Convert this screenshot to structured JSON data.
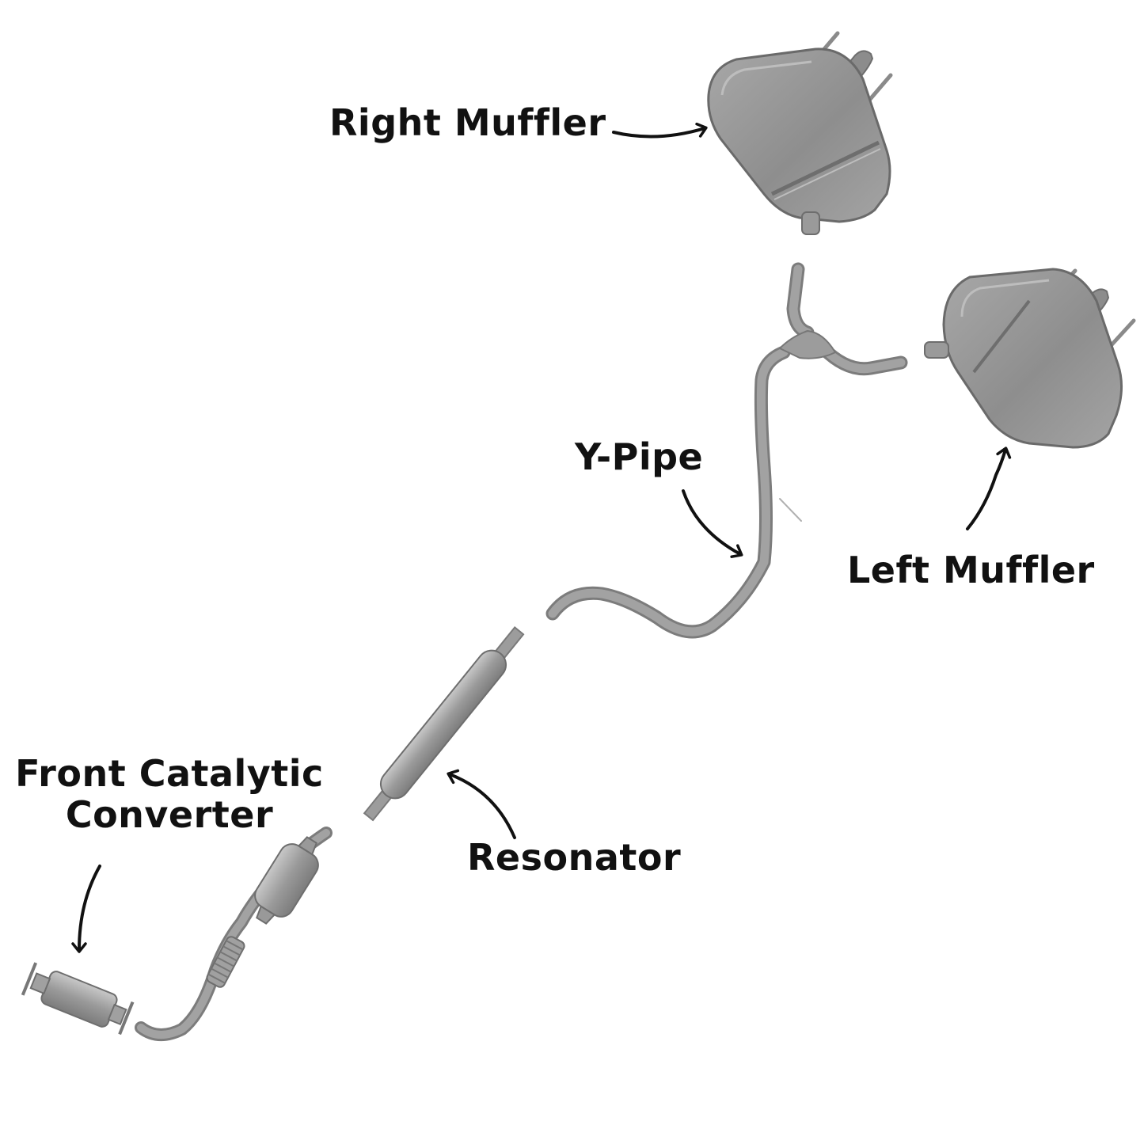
{
  "labels": {
    "right_muffler": "Right Muffler",
    "left_muffler": "Left Muffler",
    "y_pipe": "Y-Pipe",
    "resonator": "Resonator",
    "front_cat_line1": "Front Catalytic",
    "front_cat_line2": "Converter"
  },
  "colors": {
    "part_fill": "#9a9a9a",
    "part_dark": "#7a7a7a",
    "part_light": "#c4c4c4",
    "pipe": "#9c9c9c",
    "pipe_edge": "#7c7c7c",
    "arrow": "#111111",
    "text": "#111111",
    "background": "#ffffff"
  }
}
